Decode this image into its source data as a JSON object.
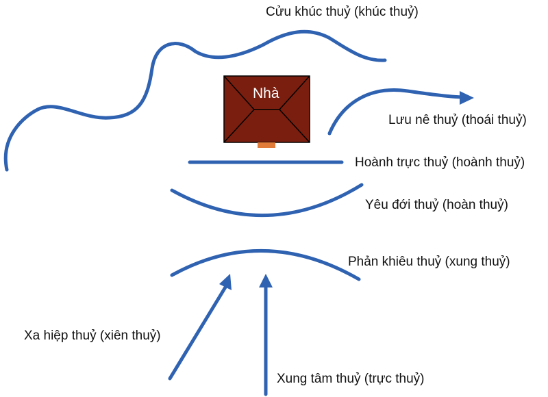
{
  "house": {
    "label": "Nhà",
    "roof_color": "#7a1f0f",
    "door_color": "#e07b39"
  },
  "stroke_color": "#2f62b1",
  "labels": {
    "cuu_khuc": "Cửu khúc thuỷ (khúc thuỷ)",
    "luu_ne": "Lưu nê thuỷ (thoái thuỷ)",
    "hoanh_truc": "Hoành trực thuỷ (hoành thuỷ)",
    "yeu_doi": "Yêu đới thuỷ (hoàn thuỷ)",
    "phan_khieu": "Phản khiêu thuỷ (xung thuỷ)",
    "xa_hiep": "Xa hiệp thuỷ (xiên thuỷ)",
    "xung_tam": "Xung tâm thuỷ (trực thuỷ)"
  }
}
